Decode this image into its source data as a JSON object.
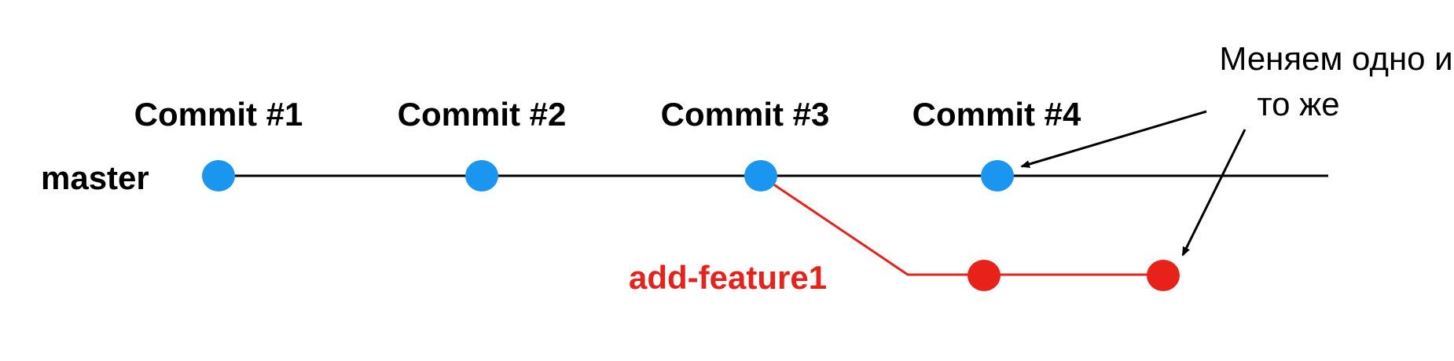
{
  "branches": {
    "master": {
      "label": "master",
      "color": "#000000",
      "commit_color": "#1a96f0",
      "commits": [
        {
          "label": "Commit #1"
        },
        {
          "label": "Commit #2"
        },
        {
          "label": "Commit #3"
        },
        {
          "label": "Commit #4"
        }
      ]
    },
    "feature": {
      "label": "add-feature1",
      "color": "#e8221b",
      "commit_color": "#e8221b"
    }
  },
  "annotation": {
    "line1": "Меняем одно и",
    "line2": "то же"
  }
}
